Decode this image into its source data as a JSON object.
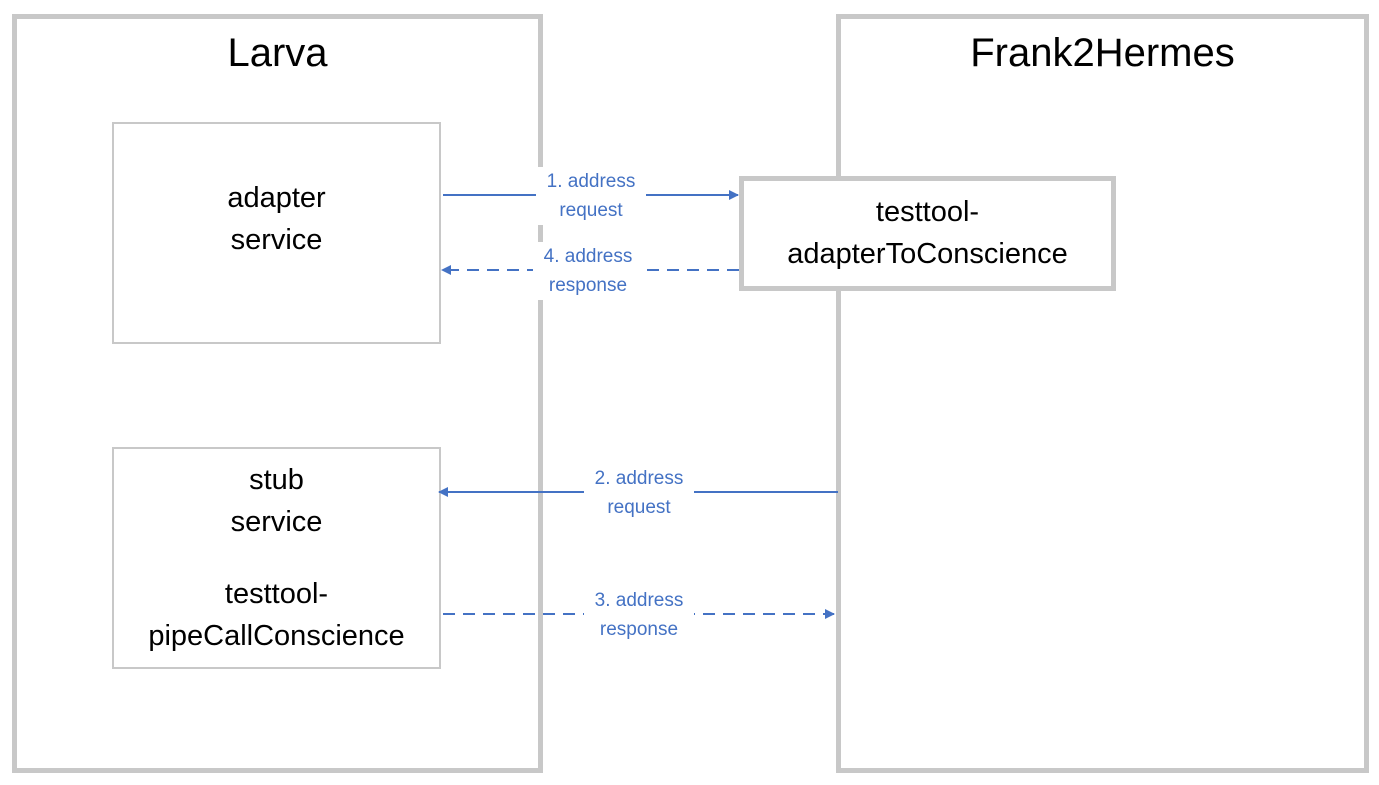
{
  "lanes": {
    "left": {
      "title": "Larva"
    },
    "right": {
      "title": "Frank2Hermes"
    }
  },
  "boxes": {
    "adapter_service": {
      "line1": "adapter",
      "line2": "service"
    },
    "stub_service": {
      "line1": "stub",
      "line2": "service",
      "line3": "testtool-",
      "line4": "pipeCallConscience"
    },
    "adapter_to_conscience": {
      "line1": "testtool-",
      "line2": "adapterToConscience"
    }
  },
  "arrows": {
    "step1": {
      "line1": "1. address",
      "line2": "request",
      "style": "solid"
    },
    "step2": {
      "line1": "2. address",
      "line2": "request",
      "style": "solid"
    },
    "step3": {
      "line1": "3. address",
      "line2": "response",
      "style": "dashed"
    },
    "step4": {
      "line1": "4. address",
      "line2": "response",
      "style": "dashed"
    }
  },
  "colors": {
    "lane_border": "#c8c8c8",
    "box_border": "#c8c8c8",
    "arrow": "#4472c4"
  }
}
